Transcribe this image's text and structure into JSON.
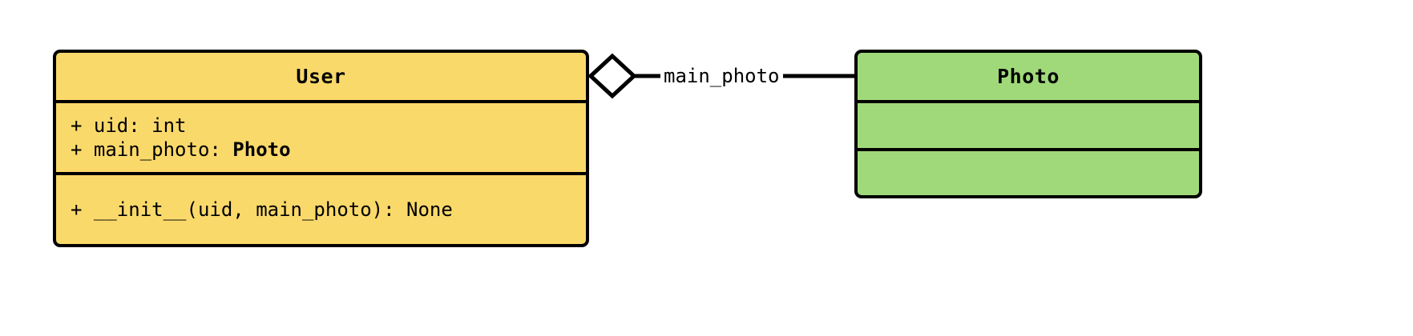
{
  "diagram": {
    "type": "uml-class-diagram",
    "background": "#ffffff",
    "classes": [
      {
        "id": "user",
        "name": "User",
        "fill": "#fad96b",
        "stroke": "#000000",
        "attributes": [
          {
            "text": "+ uid: int",
            "prefix": "+ uid: int",
            "type_bold": ""
          },
          {
            "text": "+ main_photo: Photo",
            "prefix": "+ main_photo: ",
            "type_bold": "Photo"
          }
        ],
        "methods": [
          {
            "text": "+ __init__(uid, main_photo): None"
          }
        ]
      },
      {
        "id": "photo",
        "name": "Photo",
        "fill": "#a0d97a",
        "stroke": "#000000",
        "attributes": [],
        "methods": []
      }
    ],
    "relationships": [
      {
        "id": "user-main-photo",
        "kind": "aggregation",
        "source": "User",
        "target": "Photo",
        "label": "main_photo",
        "diamond": "hollow",
        "diamond_fill": "#ffffff",
        "line_color": "#000000"
      }
    ]
  }
}
